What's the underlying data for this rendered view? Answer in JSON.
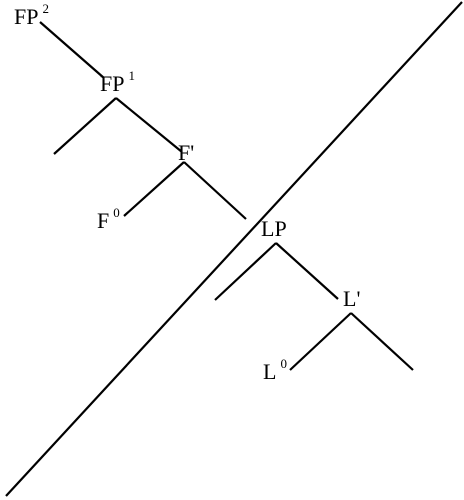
{
  "diagram": {
    "nodes": {
      "fp2": {
        "base": "FP",
        "sup": "2"
      },
      "fp1": {
        "base": "FP",
        "sup": "1"
      },
      "f_bar": {
        "base": "F'"
      },
      "f0": {
        "base": "F",
        "sup": "0"
      },
      "lp": {
        "base": "LP"
      },
      "l_bar": {
        "base": "L'"
      },
      "l0": {
        "base": "L",
        "sup": "0"
      }
    },
    "colors": {
      "line": "#000000",
      "text": "#000000",
      "background": "#ffffff"
    }
  }
}
